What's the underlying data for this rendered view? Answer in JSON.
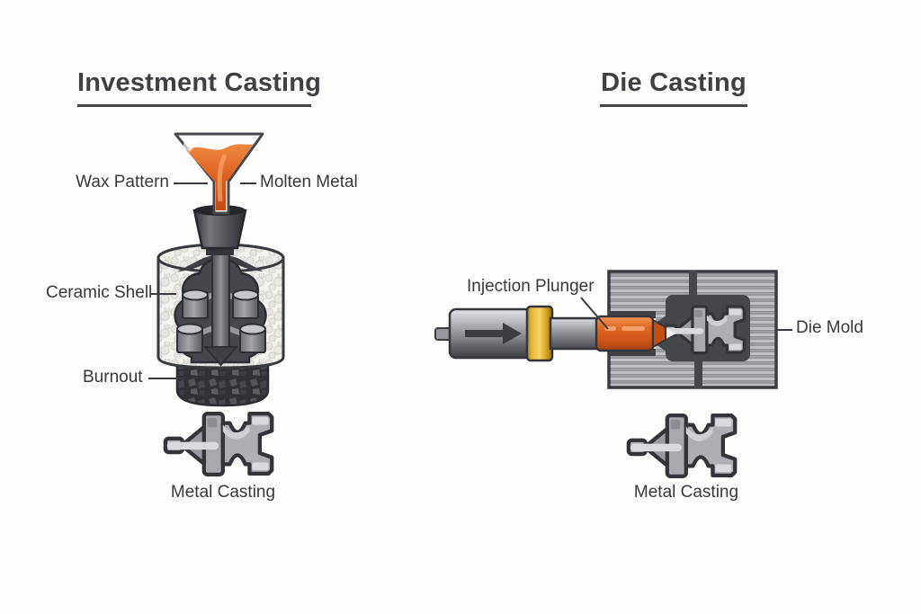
{
  "investment_casting": {
    "title": "Investment Casting",
    "labels": {
      "wax_pattern": "Wax Pattern",
      "molten_metal": "Molten Metal",
      "ceramic_shell": "Ceramic Shell",
      "burnout": "Burnout",
      "metal_casting": "Metal Casting"
    }
  },
  "die_casting": {
    "title": "Die Casting",
    "labels": {
      "injection_plunger": "Injection Plunger",
      "die_mold": "Die Mold",
      "metal_casting": "Metal Casting"
    }
  },
  "colors": {
    "background": "#fdfdfc",
    "title_text": "#3f4043",
    "label_text": "#38393c",
    "outline_dark": "#35363b",
    "molten_metal_orange": "#d85a1e",
    "plunger_band_yellow": "#e7b93b",
    "steel_gray": "#a7a8ad",
    "ceramic_shell_white": "#f3f2ee",
    "burnout_dark": "#313237"
  }
}
